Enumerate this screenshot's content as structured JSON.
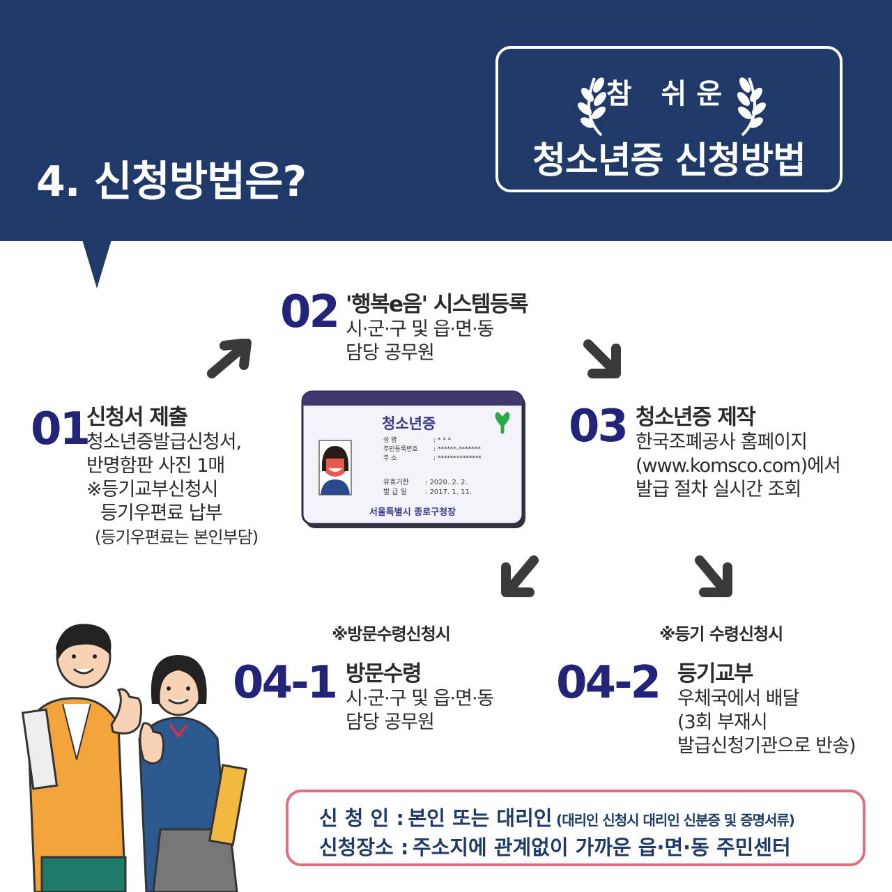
{
  "header": {
    "title": "4. 신청방법은?",
    "badge_sub": "참 쉬운",
    "badge_title": "청소년증 신청방법"
  },
  "steps": [
    {
      "num": "01",
      "title": "신청서 제출",
      "lines": [
        "청소년증발급신청서,",
        "반명함판 사진 1매",
        "※등기교부신청시",
        "등기우편료 납부",
        "(등기우편료는 본인부담)"
      ]
    },
    {
      "num": "02",
      "title": "'행복e음' 시스템등록",
      "lines": [
        "시·군·구 및 읍·면·동",
        "담당 공무원"
      ]
    },
    {
      "num": "03",
      "title": "청소년증 제작",
      "lines": [
        "한국조폐공사 홈페이지",
        "(www.komsco.com)에서",
        "발급 절차 실시간 조회"
      ]
    },
    {
      "num": "04-1",
      "note": "※방문수령신청시",
      "title": "방문수령",
      "lines": [
        "시·군·구 및 읍·면·동",
        "담당 공무원"
      ]
    },
    {
      "num": "04-2",
      "note": "※등기 수령신청시",
      "title": "등기교부",
      "lines": [
        "우체국에서 배달",
        "(3회 부재시",
        "발급신청기관으로 반송)"
      ]
    }
  ],
  "card": {
    "title": "청소년증",
    "fields": [
      {
        "label": "성 명",
        "value": "* * *"
      },
      {
        "label": "주민등록번호",
        "value": "******-*******"
      },
      {
        "label": "주 소",
        "value": "**************"
      }
    ],
    "dates": [
      {
        "label": "유효기한",
        "value": "2020. 2. 2."
      },
      {
        "label": "발 급 일",
        "value": "2017. 1. 11."
      }
    ],
    "issuer": "서울특별시 종로구청장"
  },
  "info": {
    "applicant_label": "신 청 인 :",
    "applicant_value": "본인 또는 대리인",
    "applicant_note": "(대리인 신청시 대리인 신분증 및 증명서류)",
    "place_label": "신청장소 :",
    "place_value": "주소지에 관계없이 가까운 읍·면·동 주민센터"
  },
  "colors": {
    "navy": "#1f3a68",
    "step_number": "#23237a",
    "info_border": "#e07080",
    "arrow": "#3a3a3a"
  }
}
